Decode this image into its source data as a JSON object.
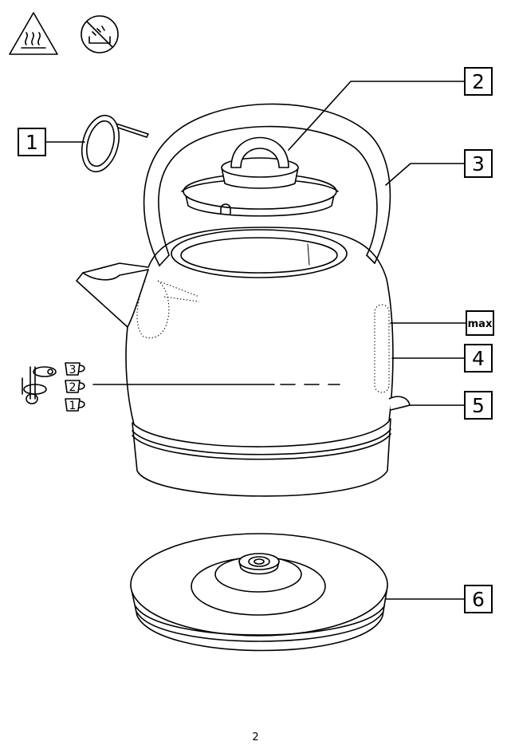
{
  "callouts": {
    "c1": "1",
    "c2": "2",
    "c3": "3",
    "max": "max",
    "c4": "4",
    "c5": "5",
    "c6": "6"
  },
  "cup_levels": [
    "3",
    "2",
    "1"
  ],
  "page_number": "2",
  "icons": {
    "warning": "hot-surface-warning-icon",
    "prohibition": "no-immersion-icon"
  }
}
